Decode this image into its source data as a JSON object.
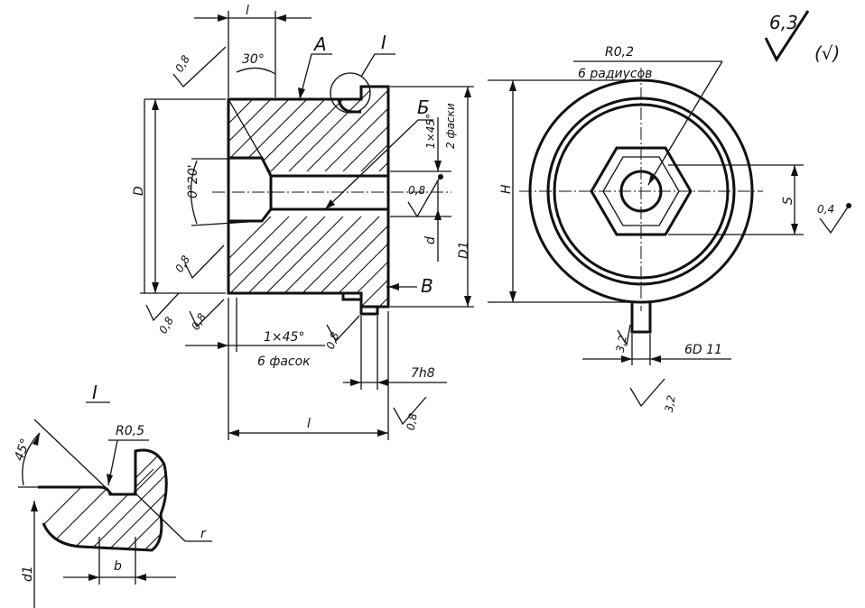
{
  "labels": {
    "len_top": "l",
    "angle_30": "30°",
    "view_A": "A",
    "detail_I": "I",
    "view_B_cyr": "Б",
    "view_B": "B",
    "rough_08_tl": "0,8",
    "rough_08_a": "0,8",
    "rough_08_b": "0,8",
    "rough_08_c": "0,8",
    "rough_08_d": "0,8",
    "rough_08_e": "0,8",
    "rough_08_f": "0,8",
    "rough_04": "0,4",
    "rough_32_a": "3,2",
    "rough_32_b": "3,2",
    "dim_D": "D",
    "dim_D1": "D1",
    "dim_d": "d",
    "dim_H": "H",
    "dim_S": "S",
    "angle_020": "0°20'",
    "chamfer_2": "1×45°",
    "chamfer_2_note": "2 фаски",
    "chamfer_6": "1×45°",
    "chamfer_6_note": "6 фасок",
    "fit_7h8": "7h8",
    "len_bottom": "l",
    "r02": "R0,2",
    "r02_note": "6 радиусов",
    "fit_6D11": "6D 11",
    "general_rough": "6,3",
    "general_rough_other": "(√)",
    "detail_I_title": "I",
    "detail_angle": "45°",
    "detail_r05": "R0,5",
    "detail_r": "r",
    "detail_b": "b",
    "detail_d1": "d1"
  }
}
